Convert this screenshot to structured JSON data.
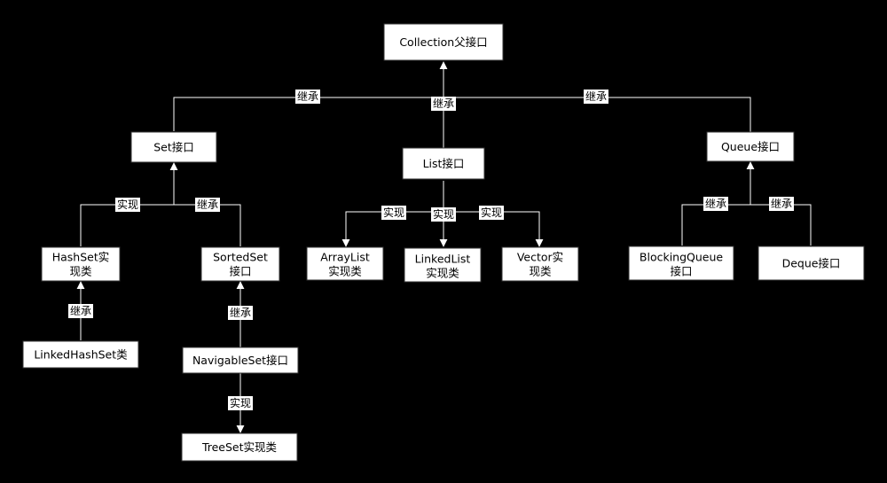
{
  "nodes": {
    "collection": "Collection父接口",
    "set": "Set接口",
    "list": "List接口",
    "queue": "Queue接口",
    "hashset": [
      "HashSet实",
      "现类"
    ],
    "sortedset": [
      "SortedSet",
      "接口"
    ],
    "arraylist": [
      "ArrayList",
      "实现类"
    ],
    "linkedlist": [
      "LinkedList",
      "实现类"
    ],
    "vector": [
      "Vector实",
      "现类"
    ],
    "blockingqueue": [
      "BlockingQueue",
      "接口"
    ],
    "deque": "Deque接口",
    "linkedhashset": "LinkedHashSet类",
    "navigableset": "NavigableSet接口",
    "treeset": "TreeSet实现类"
  },
  "labels": {
    "inherit": "继承",
    "implement": "实现"
  }
}
